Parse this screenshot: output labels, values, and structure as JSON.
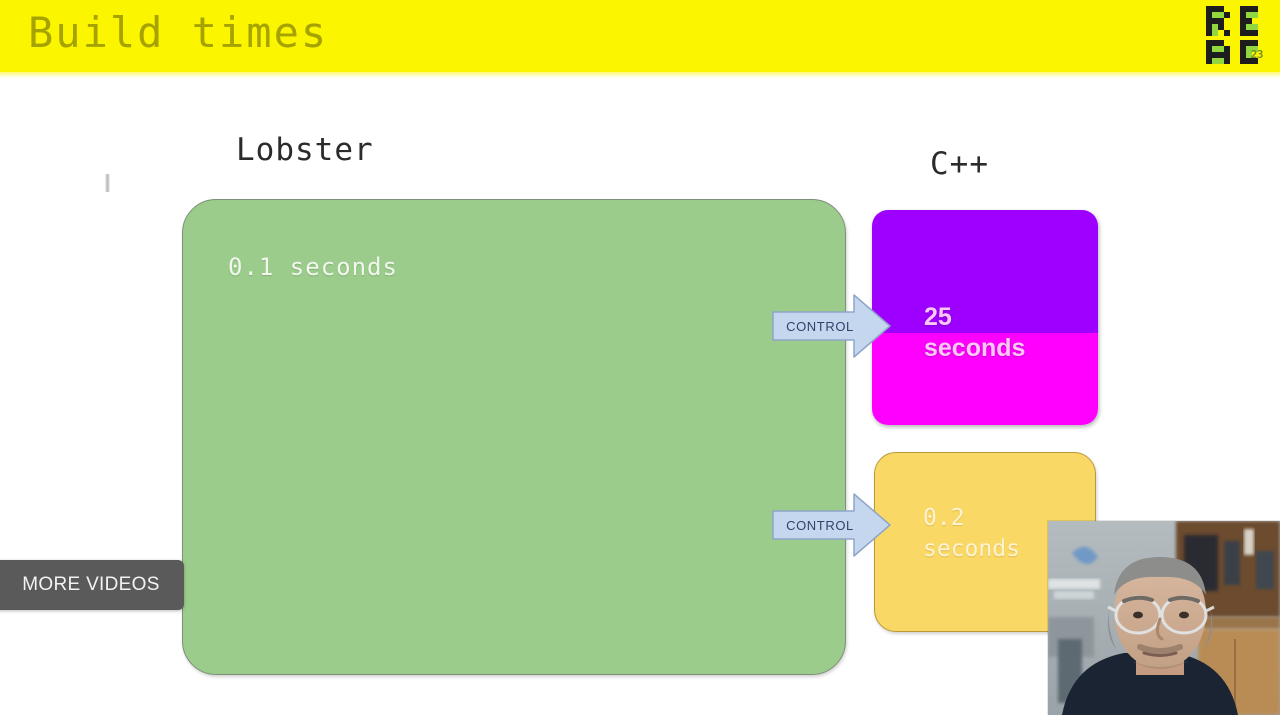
{
  "slide": {
    "title": "Build times",
    "banner_color": "#fbf500",
    "title_color": "#a6a200",
    "background": "#ffffff"
  },
  "logo": {
    "name": "reac-pixel-logo",
    "year": "23",
    "pixel_color": "#1d1d1d",
    "accent_color": "#7fd34a"
  },
  "captions": {
    "left": "Lobster",
    "right": "C++"
  },
  "boxes": {
    "lobster": {
      "label": "Lobster",
      "value": "0.1 seconds",
      "color": "#9bcc8b",
      "text_color": "#f2f7ee"
    },
    "cpp_build": {
      "label": "C++",
      "value": "25\nseconds",
      "color_top": "#9d00ff",
      "color_bottom": "#ff00ff",
      "text_color": "#fbc7f5"
    },
    "cpp_run": {
      "label": "C++",
      "value": "0.2\nseconds",
      "color": "#fad866",
      "text_color": "#fdf3d2"
    }
  },
  "arrows": [
    {
      "label": "CONTROL",
      "fill": "#c5d6ef",
      "stroke": "#8fa5c8",
      "text_color": "#31436b"
    },
    {
      "label": "CONTROL",
      "fill": "#c5d6ef",
      "stroke": "#8fa5c8",
      "text_color": "#31436b"
    }
  ],
  "player": {
    "more_videos_label": "MORE VIDEOS",
    "more_videos_bg": "#5a5a5a"
  },
  "webcam": {
    "name": "presenter-webcam",
    "description": "Presenter with glasses, dark shirt, room with shelving behind"
  }
}
